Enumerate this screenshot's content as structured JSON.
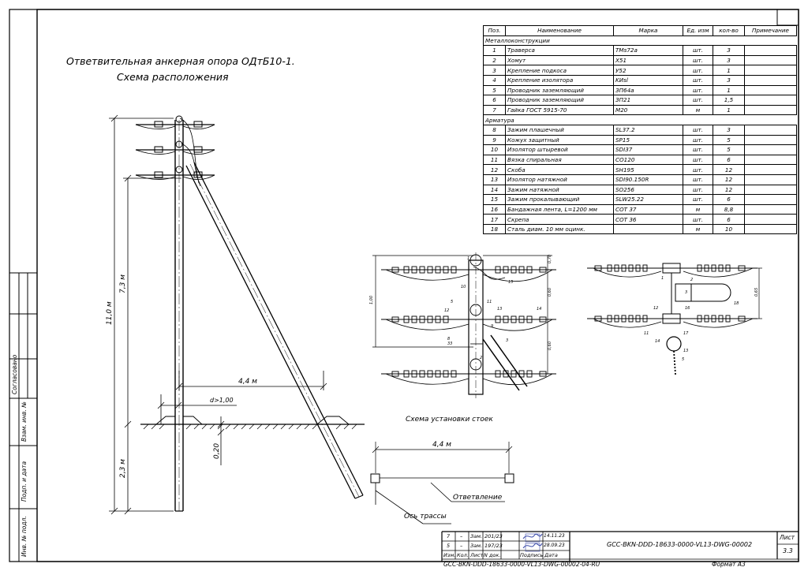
{
  "title": {
    "line1": "Ответвительная анкерная опора ОДтБ10-1.",
    "line2": "Схема расположения"
  },
  "spec_table": {
    "headers": [
      "Поз.",
      "Наименование",
      "Марка",
      "Ед. изм",
      "кол-во",
      "Примечание"
    ],
    "section1": "Металлоконструкции",
    "rows1": [
      [
        "1",
        "Траверса",
        "TMs72a",
        "шт.",
        "3",
        ""
      ],
      [
        "2",
        "Хомут",
        "X51",
        "шт.",
        "3",
        ""
      ],
      [
        "3",
        "Крепление подкоса",
        "У52",
        "шт.",
        "1",
        ""
      ],
      [
        "4",
        "Крепление изолятора",
        "KИsl",
        "шт.",
        "3",
        ""
      ],
      [
        "5",
        "Проводник заземляющий",
        "ЗП64а",
        "шт.",
        "1",
        ""
      ],
      [
        "6",
        "Проводник заземляющий",
        "ЗП21",
        "шт.",
        "1,5",
        ""
      ],
      [
        "7",
        "Гайка ГОСТ 5915-70",
        "М20",
        "м",
        "1",
        ""
      ]
    ],
    "section2": "Арматура",
    "rows2": [
      [
        "8",
        "Зажим плашечный",
        "SL37.2",
        "шт.",
        "3",
        ""
      ],
      [
        "9",
        "Кожух защитный",
        "SP15",
        "шт.",
        "5",
        ""
      ],
      [
        "10",
        "Изолятор штыревой",
        "SDI37",
        "шт.",
        "5",
        ""
      ],
      [
        "11",
        "Вязка спиральная",
        "CO120",
        "шт.",
        "6",
        ""
      ],
      [
        "12",
        "Скоба",
        "SH195",
        "шт.",
        "12",
        ""
      ],
      [
        "13",
        "Изолятор натяжной",
        "SDI90.150R",
        "шт.",
        "12",
        ""
      ],
      [
        "14",
        "Зажим натяжной",
        "SO256",
        "шт.",
        "12",
        ""
      ],
      [
        "15",
        "Зажим прокалывающий",
        "SLW25.22",
        "шт.",
        "6",
        ""
      ],
      [
        "16",
        "Бандажная лента, L=1200 мм",
        "COT 37",
        "м",
        "8,8",
        ""
      ],
      [
        "17",
        "Скрепа",
        "COT 36",
        "шт.",
        "6",
        ""
      ],
      [
        "18",
        "Сталь диам. 10 мм оцинк.",
        "",
        "м",
        "10",
        ""
      ]
    ]
  },
  "dims": {
    "total_height": "11,0 м",
    "above": "7,3 м",
    "below": "2,3 м",
    "span": "4,4 м",
    "d": "d>1,00",
    "depth": "0,20",
    "plan_span": "4,4 м",
    "ins_1": "1,00",
    "ins_2": "0,70",
    "ins_3": "0,60",
    "ins_4": "0,60",
    "side_dim": "0,65"
  },
  "labels": {
    "install_scheme": "Схема установки стоек",
    "branch": "Ответвление",
    "route_axis": "Ось трассы"
  },
  "side_labels": {
    "agreed": "Согласовано",
    "inv_zam": "Взам. инв. №",
    "sign_date": "Подп. и дата",
    "inv_podl": "Инв. № подл."
  },
  "stamp": {
    "rev_rows": [
      [
        "7",
        "–",
        "Зам.",
        "201/23",
        "",
        "14.11.23"
      ],
      [
        "5",
        "–",
        "Зам.",
        "197/23",
        "",
        "28.09.23"
      ]
    ],
    "headers": [
      "Изм.",
      "Кол.",
      "Лист",
      "N док.",
      "Подпись",
      "Дата"
    ],
    "doc_code": "GCC-BKN-DDD-18633-0000-VL13-DWG-00002",
    "sheet_label": "Лист",
    "sheet_no": "3.3",
    "bottom_code": "GCC-BKN-DDD-18633-0000-VL13-DWG-00002-04-RU",
    "format": "Формат А3"
  },
  "callouts": {
    "detail": [
      "1",
      "15",
      "10",
      "5",
      "11",
      "13",
      "12",
      "14",
      "8",
      "33",
      "9",
      "3",
      "2"
    ],
    "side": [
      "1",
      "2",
      "3",
      "18",
      "12",
      "16",
      "11",
      "17",
      "14",
      "13",
      "5"
    ]
  }
}
